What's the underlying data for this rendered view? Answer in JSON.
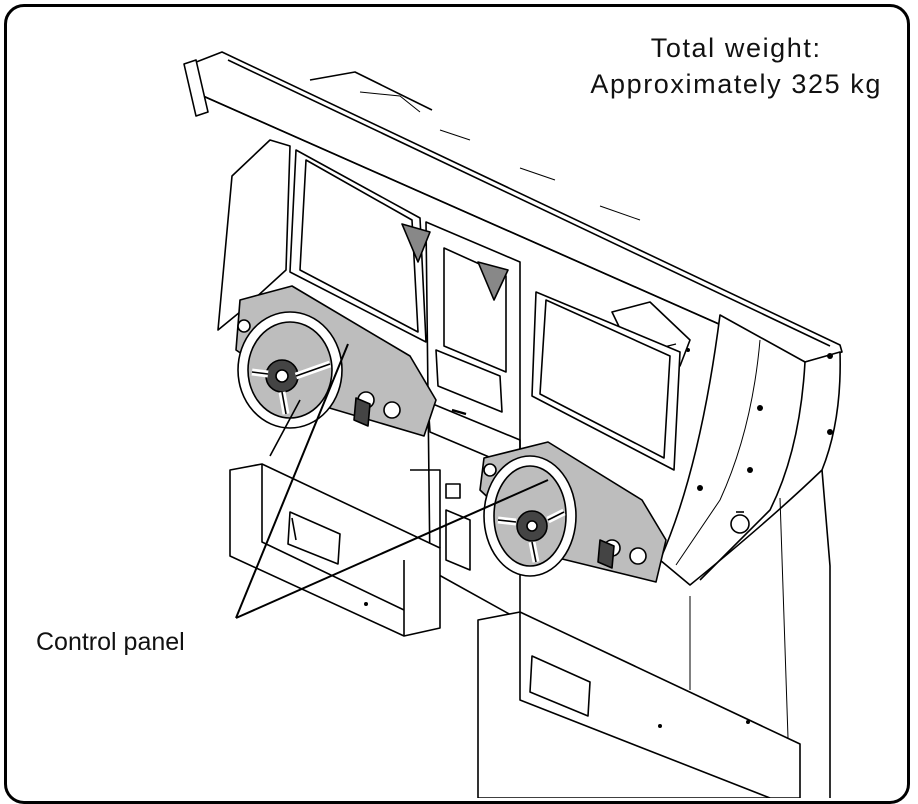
{
  "diagram": {
    "weight_label": {
      "line1": "Total weight:",
      "line2": "Approximately 325 kg"
    },
    "callout_label": "Control panel",
    "colors": {
      "line": "#000000",
      "panel_fill": "#b9b9b9",
      "background": "#ffffff"
    }
  }
}
